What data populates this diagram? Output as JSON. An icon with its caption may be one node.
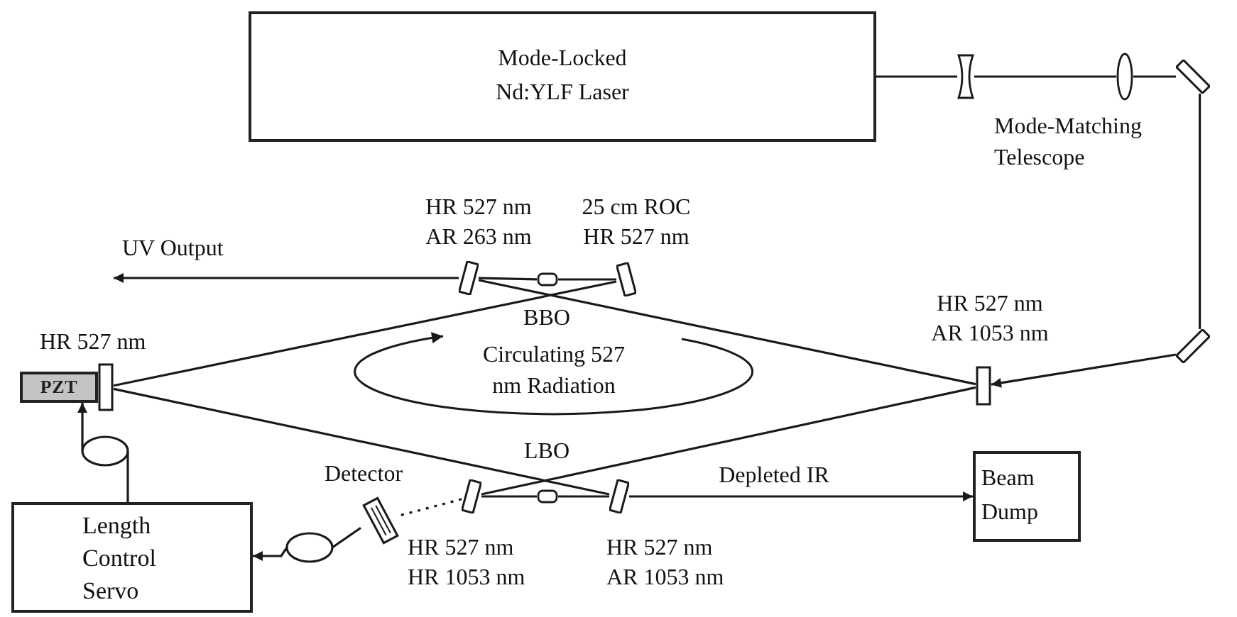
{
  "diagram": {
    "nodes": [
      {
        "text": [
          "Mode-Locked Nd:YLF Laser"
        ]
      },
      {
        "text": [],
        "shape": "lens"
      },
      {
        "text": [],
        "shape": "lens"
      },
      {
        "text": [],
        "shape": "mirror"
      },
      {
        "text": [],
        "shape": "mirror",
        "beside": [
          "HR 527 nm",
          "AR 263 nm"
        ]
      },
      {
        "text": [],
        "shape": "crystal",
        "beside": [
          "BBO"
        ]
      },
      {
        "text": [],
        "shape": "mirror",
        "beside": [
          "25 cm ROC",
          "HR 527 nm"
        ]
      },
      {
        "text": [],
        "shape": "mirror"
      },
      {
        "text": [],
        "shape": "mirror",
        "beside": [
          "HR 527 nm",
          "AR 1053 nm"
        ]
      },
      {
        "text": [
          "PZT"
        ]
      },
      {
        "text": [],
        "shape": "mirror",
        "beside": [
          "HR 527 nm"
        ]
      },
      {
        "text": [],
        "shape": "crystal",
        "beside": [
          "LBO"
        ]
      },
      {
        "text": [],
        "shape": "mirror",
        "beside": [
          "HR 527 nm",
          "HR 1053 nm"
        ]
      },
      {
        "text": [],
        "shape": "mirror",
        "beside": [
          "HR 527 nm",
          "AR 1053 nm"
        ]
      },
      {
        "text": [
          "Beam Dump"
        ]
      },
      {
        "text": [],
        "shape": "detector",
        "beside": [
          "Detector"
        ]
      },
      {
        "text": [
          "Length Control Servo"
        ]
      }
    ],
    "edges": [
      {
        "from": 0,
        "to": 1,
        "arrow": "none"
      },
      {
        "from": 1,
        "to": 2,
        "arrow": "none"
      },
      {
        "from": 2,
        "to": 3,
        "arrow": "none"
      },
      {
        "from": 3,
        "to": 7,
        "arrow": "none"
      },
      {
        "from": 7,
        "to": 8,
        "arrow": "to"
      },
      {
        "from": 10,
        "to": 6,
        "arrow": "none"
      },
      {
        "from": 6,
        "to": 5,
        "arrow": "none"
      },
      {
        "from": 5,
        "to": 4,
        "arrow": "none"
      },
      {
        "from": 4,
        "to": null,
        "arrow": "to",
        "label": "UV Output"
      },
      {
        "from": 4,
        "to": 8,
        "arrow": "none"
      },
      {
        "from": 8,
        "to": 12,
        "arrow": "none"
      },
      {
        "from": 10,
        "to": 13,
        "arrow": "none"
      },
      {
        "from": 12,
        "to": 11,
        "arrow": "none"
      },
      {
        "from": 11,
        "to": 13,
        "arrow": "none"
      },
      {
        "from": 13,
        "to": 14,
        "arrow": "to",
        "label": "Depleted IR"
      },
      {
        "from": 12,
        "to": 15,
        "arrow": "none",
        "style": "dashed"
      },
      {
        "from": 15,
        "to": 16,
        "arrow": "to"
      },
      {
        "from": 16,
        "to": 9,
        "arrow": "to"
      }
    ],
    "labels": [
      "Mode-Matching Telescope",
      "Circulating 527 nm Radiation"
    ]
  }
}
